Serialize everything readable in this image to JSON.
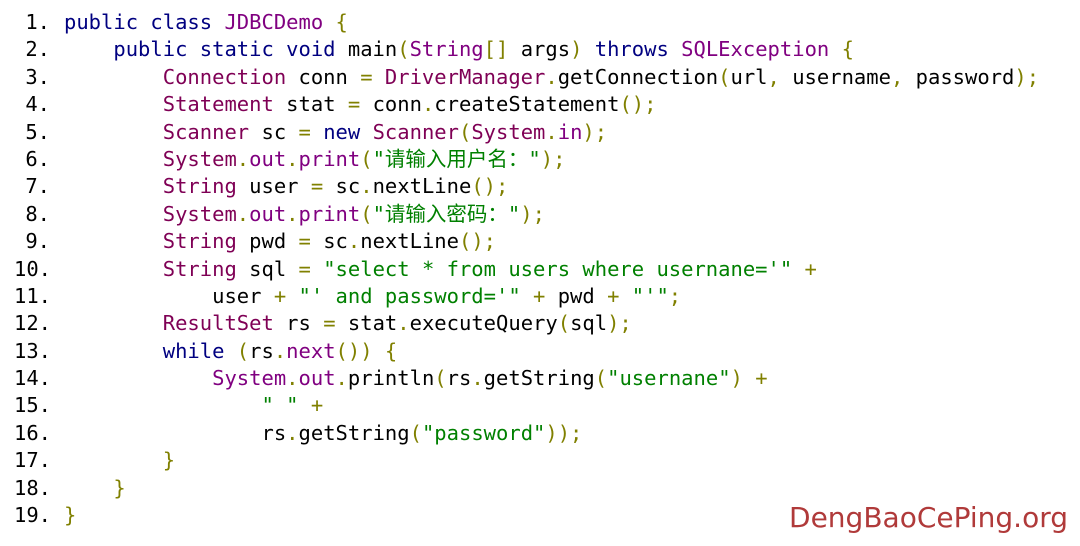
{
  "colors": {
    "keyword": "#000080",
    "type": "#7f0055",
    "function": "#800080",
    "punctuation": "#808000",
    "string": "#008000",
    "identifier": "#000000",
    "watermark": "#b03a3a"
  },
  "code_lines": [
    {
      "number": "1.",
      "tokens": [
        {
          "t": "public class ",
          "k": "kw"
        },
        {
          "t": "JDBCDemo ",
          "k": "fn"
        },
        {
          "t": "{",
          "k": "pn"
        }
      ]
    },
    {
      "number": "2.",
      "tokens": [
        {
          "t": "    public static void ",
          "k": "kw"
        },
        {
          "t": "main",
          "k": "id"
        },
        {
          "t": "(",
          "k": "pn"
        },
        {
          "t": "String",
          "k": "fn"
        },
        {
          "t": "[] ",
          "k": "pn"
        },
        {
          "t": "args",
          "k": "id"
        },
        {
          "t": ") ",
          "k": "pn"
        },
        {
          "t": "throws ",
          "k": "kw"
        },
        {
          "t": "SQLException ",
          "k": "fn"
        },
        {
          "t": "{",
          "k": "pn"
        }
      ]
    },
    {
      "number": "3.",
      "tokens": [
        {
          "t": "        Connection ",
          "k": "ty"
        },
        {
          "t": "conn ",
          "k": "id"
        },
        {
          "t": "= ",
          "k": "pn"
        },
        {
          "t": "DriverManager",
          "k": "ty"
        },
        {
          "t": ".",
          "k": "pn"
        },
        {
          "t": "getConnection",
          "k": "id"
        },
        {
          "t": "(",
          "k": "pn"
        },
        {
          "t": "url",
          "k": "id"
        },
        {
          "t": ", ",
          "k": "pn"
        },
        {
          "t": "username",
          "k": "id"
        },
        {
          "t": ", ",
          "k": "pn"
        },
        {
          "t": "password",
          "k": "id"
        },
        {
          "t": ");",
          "k": "pn"
        }
      ]
    },
    {
      "number": "4.",
      "tokens": [
        {
          "t": "        Statement ",
          "k": "ty"
        },
        {
          "t": "stat ",
          "k": "id"
        },
        {
          "t": "= ",
          "k": "pn"
        },
        {
          "t": "conn",
          "k": "id"
        },
        {
          "t": ".",
          "k": "pn"
        },
        {
          "t": "createStatement",
          "k": "id"
        },
        {
          "t": "();",
          "k": "pn"
        }
      ]
    },
    {
      "number": "5.",
      "tokens": [
        {
          "t": "        Scanner ",
          "k": "ty"
        },
        {
          "t": "sc ",
          "k": "id"
        },
        {
          "t": "= ",
          "k": "pn"
        },
        {
          "t": "new ",
          "k": "kw"
        },
        {
          "t": "Scanner",
          "k": "ty"
        },
        {
          "t": "(",
          "k": "pn"
        },
        {
          "t": "System",
          "k": "ty"
        },
        {
          "t": ".",
          "k": "pn"
        },
        {
          "t": "in",
          "k": "fn"
        },
        {
          "t": ");",
          "k": "pn"
        }
      ]
    },
    {
      "number": "6.",
      "tokens": [
        {
          "t": "        System",
          "k": "ty"
        },
        {
          "t": ".",
          "k": "pn"
        },
        {
          "t": "out",
          "k": "fn"
        },
        {
          "t": ".",
          "k": "pn"
        },
        {
          "t": "print",
          "k": "fn"
        },
        {
          "t": "(",
          "k": "pn"
        },
        {
          "t": "\"请输入用户名：\"",
          "k": "str"
        },
        {
          "t": ");",
          "k": "pn"
        }
      ]
    },
    {
      "number": "7.",
      "tokens": [
        {
          "t": "        String ",
          "k": "ty"
        },
        {
          "t": "user ",
          "k": "id"
        },
        {
          "t": "= ",
          "k": "pn"
        },
        {
          "t": "sc",
          "k": "id"
        },
        {
          "t": ".",
          "k": "pn"
        },
        {
          "t": "nextLine",
          "k": "id"
        },
        {
          "t": "();",
          "k": "pn"
        }
      ]
    },
    {
      "number": "8.",
      "tokens": [
        {
          "t": "        System",
          "k": "ty"
        },
        {
          "t": ".",
          "k": "pn"
        },
        {
          "t": "out",
          "k": "fn"
        },
        {
          "t": ".",
          "k": "pn"
        },
        {
          "t": "print",
          "k": "fn"
        },
        {
          "t": "(",
          "k": "pn"
        },
        {
          "t": "\"请输入密码：\"",
          "k": "str"
        },
        {
          "t": ");",
          "k": "pn"
        }
      ]
    },
    {
      "number": "9.",
      "tokens": [
        {
          "t": "        String ",
          "k": "ty"
        },
        {
          "t": "pwd ",
          "k": "id"
        },
        {
          "t": "= ",
          "k": "pn"
        },
        {
          "t": "sc",
          "k": "id"
        },
        {
          "t": ".",
          "k": "pn"
        },
        {
          "t": "nextLine",
          "k": "id"
        },
        {
          "t": "();",
          "k": "pn"
        }
      ]
    },
    {
      "number": "10.",
      "tokens": [
        {
          "t": "        String ",
          "k": "ty"
        },
        {
          "t": "sql ",
          "k": "id"
        },
        {
          "t": "= ",
          "k": "pn"
        },
        {
          "t": "\"select * from users where usernane='\" ",
          "k": "str"
        },
        {
          "t": "+",
          "k": "pn"
        }
      ]
    },
    {
      "number": "11.",
      "tokens": [
        {
          "t": "            user ",
          "k": "id"
        },
        {
          "t": "+ ",
          "k": "pn"
        },
        {
          "t": "\"' and password='\" ",
          "k": "str"
        },
        {
          "t": "+ ",
          "k": "pn"
        },
        {
          "t": "pwd ",
          "k": "id"
        },
        {
          "t": "+ ",
          "k": "pn"
        },
        {
          "t": "\"'\"",
          "k": "str"
        },
        {
          "t": ";",
          "k": "pn"
        }
      ]
    },
    {
      "number": "12.",
      "tokens": [
        {
          "t": "        ResultSet ",
          "k": "ty"
        },
        {
          "t": "rs ",
          "k": "id"
        },
        {
          "t": "= ",
          "k": "pn"
        },
        {
          "t": "stat",
          "k": "id"
        },
        {
          "t": ".",
          "k": "pn"
        },
        {
          "t": "executeQuery",
          "k": "id"
        },
        {
          "t": "(",
          "k": "pn"
        },
        {
          "t": "sql",
          "k": "id"
        },
        {
          "t": ");",
          "k": "pn"
        }
      ]
    },
    {
      "number": "13.",
      "tokens": [
        {
          "t": "        while ",
          "k": "kw"
        },
        {
          "t": "(",
          "k": "pn"
        },
        {
          "t": "rs",
          "k": "id"
        },
        {
          "t": ".",
          "k": "pn"
        },
        {
          "t": "next",
          "k": "fn"
        },
        {
          "t": "()) {",
          "k": "pn"
        }
      ]
    },
    {
      "number": "14.",
      "tokens": [
        {
          "t": "            System",
          "k": "fn"
        },
        {
          "t": ".",
          "k": "pn"
        },
        {
          "t": "out",
          "k": "fn"
        },
        {
          "t": ".",
          "k": "pn"
        },
        {
          "t": "println",
          "k": "id"
        },
        {
          "t": "(",
          "k": "pn"
        },
        {
          "t": "rs",
          "k": "id"
        },
        {
          "t": ".",
          "k": "pn"
        },
        {
          "t": "getString",
          "k": "id"
        },
        {
          "t": "(",
          "k": "pn"
        },
        {
          "t": "\"usernane\"",
          "k": "str"
        },
        {
          "t": ") +",
          "k": "pn"
        }
      ]
    },
    {
      "number": "15.",
      "tokens": [
        {
          "t": "                \" \" ",
          "k": "str"
        },
        {
          "t": "+",
          "k": "pn"
        }
      ]
    },
    {
      "number": "16.",
      "tokens": [
        {
          "t": "                rs",
          "k": "id"
        },
        {
          "t": ".",
          "k": "pn"
        },
        {
          "t": "getString",
          "k": "id"
        },
        {
          "t": "(",
          "k": "pn"
        },
        {
          "t": "\"password\"",
          "k": "str"
        },
        {
          "t": "));",
          "k": "pn"
        }
      ]
    },
    {
      "number": "17.",
      "tokens": [
        {
          "t": "        }",
          "k": "pn"
        }
      ]
    },
    {
      "number": "18.",
      "tokens": [
        {
          "t": "    }",
          "k": "pn"
        }
      ]
    },
    {
      "number": "19.",
      "tokens": [
        {
          "t": "}",
          "k": "pn"
        }
      ]
    }
  ],
  "watermark": "DengBaoCePing.org"
}
